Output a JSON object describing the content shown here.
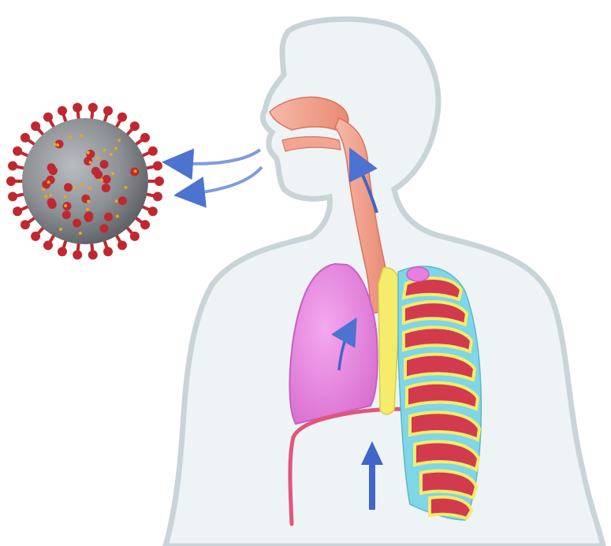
{
  "scene": {
    "subjects": [
      "coronavirus-particle",
      "human-torso-silhouette",
      "respiratory-tract",
      "lungs",
      "rib-cage",
      "diaphragm"
    ],
    "icons": [
      "virus-icon",
      "airflow-arrow-icon",
      "upward-arrow-icon"
    ]
  },
  "colors": {
    "background": "#ffffff",
    "body_fill": "#eef3f5",
    "body_outline": "#c9d4d8",
    "airway": "#f2a592",
    "airway_dark": "#d9735f",
    "lung": "#e87fe0",
    "lung_dark": "#c95fc2",
    "diaphragm": "#e0567a",
    "rib_red": "#d23b4e",
    "rib_yellow": "#f4ec6a",
    "rib_cyan": "#7fd6e6",
    "arrow_blue": "#3f66c8",
    "virus_body": "#8c8f94",
    "virus_spike": "#c0282f",
    "virus_dot": "#e6a820"
  }
}
